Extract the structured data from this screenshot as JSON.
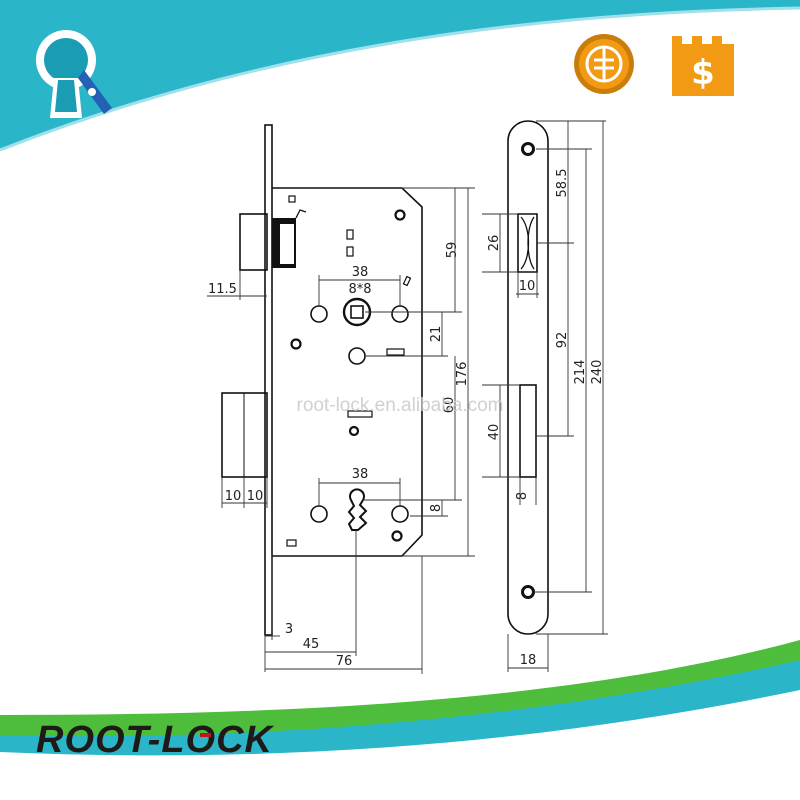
{
  "brand": {
    "name": "ROOT-LOCK",
    "watermark": "root-lock.en.alibaba.com",
    "colors": {
      "teal": "#2bb5c9",
      "teal_dark": "#1a9db4",
      "green": "#4ebd3c",
      "logo_blue": "#2460b5",
      "badge_orange": "#f29a14",
      "wordmark_dark": "#1e1a17",
      "wordmark_red": "#c0141c"
    },
    "icons": [
      "keyhole-logo-icon",
      "gold-supplier-coin-icon",
      "trade-assurance-shield-icon"
    ]
  },
  "dimensions": {
    "d11_5": "11.5",
    "d38_top": "38",
    "d8x8": "8*8",
    "d59": "59",
    "d21": "21",
    "d176": "176",
    "d60": "60",
    "d38_bottom": "38",
    "d8_body": "8",
    "d10_a": "10",
    "d10_b": "10",
    "d3": "3",
    "d45": "45",
    "d76": "76",
    "d58_5": "58.5",
    "d26": "26",
    "d10_strike": "10",
    "d92": "92",
    "d214": "214",
    "d240": "240",
    "d40": "40",
    "d8_strike": "8",
    "d18": "18"
  }
}
